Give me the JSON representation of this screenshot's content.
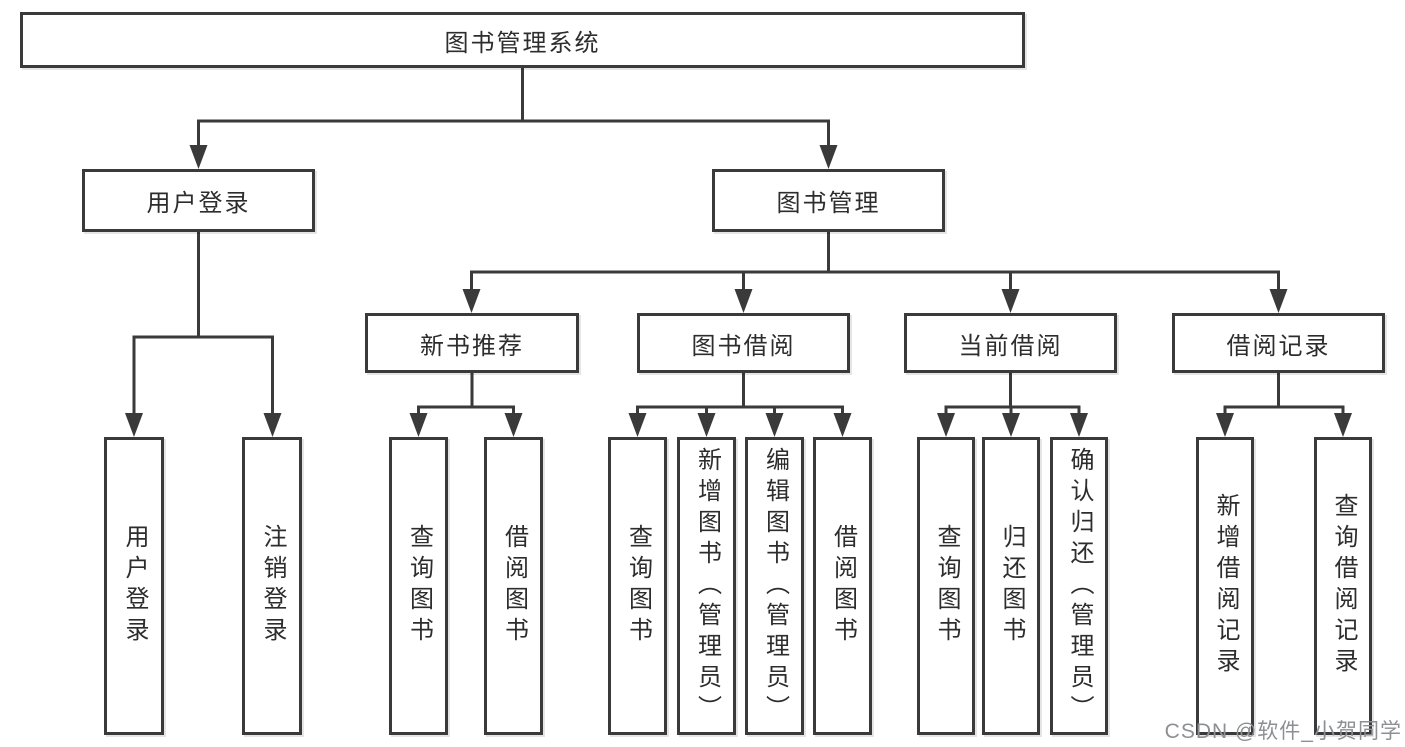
{
  "diagram": {
    "root": {
      "label": "图书管理系统"
    },
    "level1": [
      {
        "label": "用户登录"
      },
      {
        "label": "图书管理"
      }
    ],
    "level2": [
      {
        "label": "新书推荐"
      },
      {
        "label": "图书借阅"
      },
      {
        "label": "当前借阅"
      },
      {
        "label": "借阅记录"
      }
    ],
    "leaves": [
      {
        "label": "用户登录"
      },
      {
        "label": "注销登录"
      },
      {
        "label": "查询图书"
      },
      {
        "label": "借阅图书"
      },
      {
        "label": "查询图书"
      },
      {
        "label": "新增图书（管理员）"
      },
      {
        "label": "编辑图书（管理员）"
      },
      {
        "label": "借阅图书"
      },
      {
        "label": "查询图书"
      },
      {
        "label": "归还图书"
      },
      {
        "label": "确认归还（管理员）"
      },
      {
        "label": "新增借阅记录"
      },
      {
        "label": "查询借阅记录"
      }
    ],
    "colors": {
      "line": "#3a3a3a",
      "text": "#2d2d2d",
      "watermark_text": "#8d9093",
      "background": "#ffffff"
    },
    "watermark": "CSDN @软件_小贺同学"
  }
}
